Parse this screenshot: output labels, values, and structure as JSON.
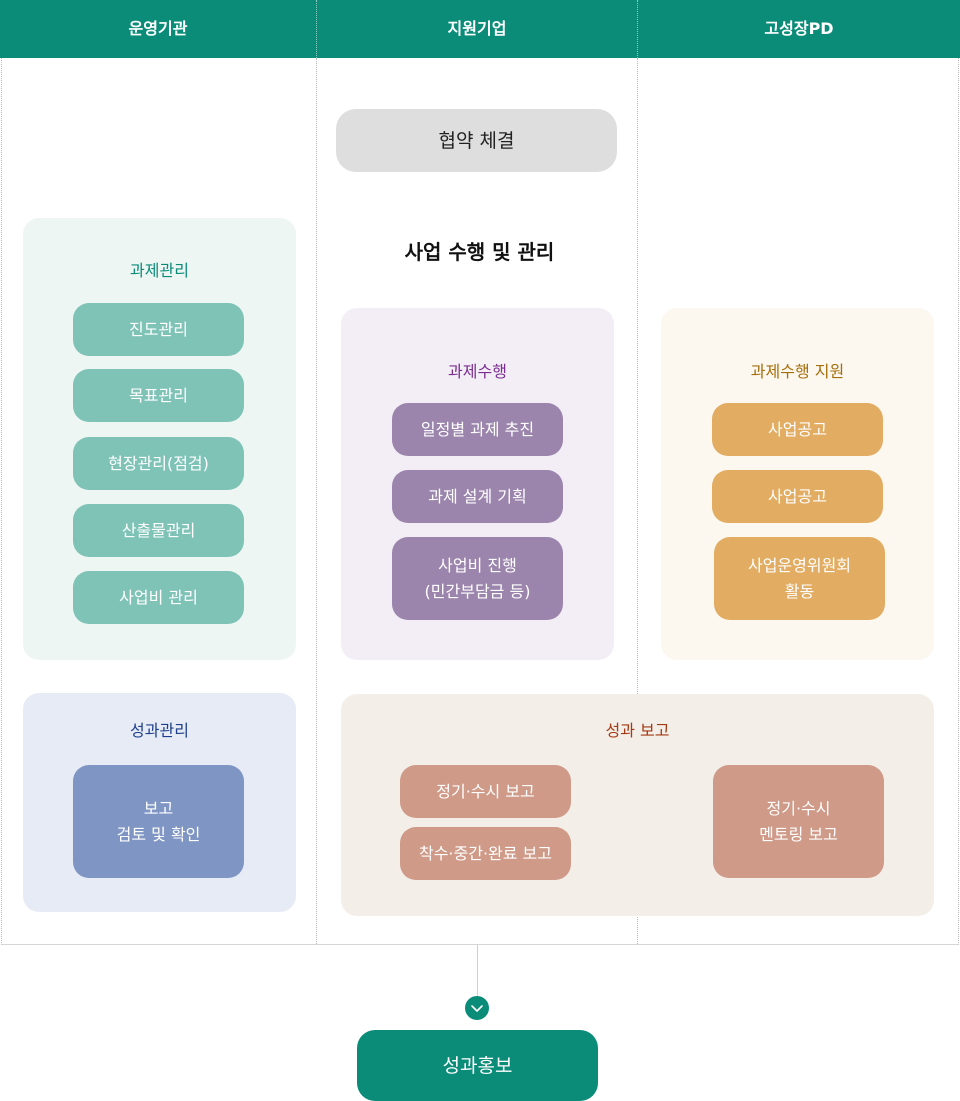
{
  "columns": [
    "운영기관",
    "지원기업",
    "고성장PD"
  ],
  "agreement": "협약 체결",
  "management_title": "사업 수행 및 관리",
  "operator_panel": {
    "title": "과제관리",
    "items": [
      "진도관리",
      "목표관리",
      "현장관리(점검)",
      "산출물관리",
      "사업비 관리"
    ]
  },
  "company_panel": {
    "title": "과제수행",
    "items": [
      "일정별 과제 추진",
      "과제 설계 기획"
    ],
    "multi_item": [
      "사업비 진행",
      "(민간부담금 등)"
    ]
  },
  "pd_panel": {
    "title": "과제수행 지원",
    "items": [
      "사업공고",
      "사업공고"
    ],
    "multi_item": [
      "사업운영위원회",
      "활동"
    ]
  },
  "performance_panel": {
    "title": "성과관리",
    "item": [
      "보고",
      "검토 및 확인"
    ]
  },
  "report_panel": {
    "title": "성과 보고",
    "items": [
      "정기·수시 보고",
      "착수·중간·완료 보고"
    ],
    "mentoring": [
      "정기·수시",
      "멘토링 보고"
    ]
  },
  "promotion": "성과홍보",
  "icons": {
    "down": "chevron-down-icon"
  },
  "colors": {
    "header": "#0b8c79",
    "teal": "#7fc3b7",
    "purple": "#9c85ad",
    "yellow": "#e2ad62",
    "blue": "#7f96c4",
    "salmon": "#cf9a88"
  }
}
